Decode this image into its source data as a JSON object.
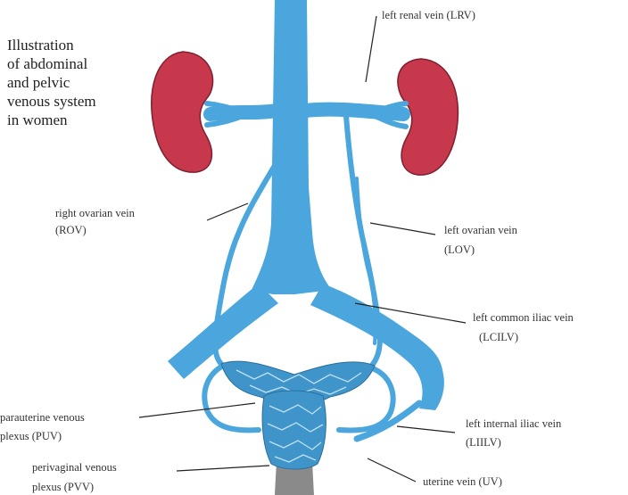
{
  "caption": {
    "lines": [
      "Illustration",
      "of abdominal",
      "and pelvic",
      "venous system",
      "in women"
    ]
  },
  "labels": {
    "lrv": "left renal vein (LRV)",
    "rov_1": "right ovarian vein",
    "rov_2": "(ROV)",
    "lov_1": "left ovarian vein",
    "lov_2": "(LOV)",
    "lcilv_1": "left common iliac vein",
    "lcilv_2": "(LCILV)",
    "puv_1": "parauterine venous",
    "puv_2": "plexus (PUV)",
    "liilv_1": "left internal iliac vein",
    "liilv_2": "(LIILV)",
    "pvv_1": "perivaginal venous",
    "pvv_2": "plexus (PVV)",
    "uv": "uterine vein (UV)"
  },
  "colors": {
    "vein": "#4aa6dc",
    "kidney": "#c8384d",
    "vagina": "#8a8a8a"
  }
}
